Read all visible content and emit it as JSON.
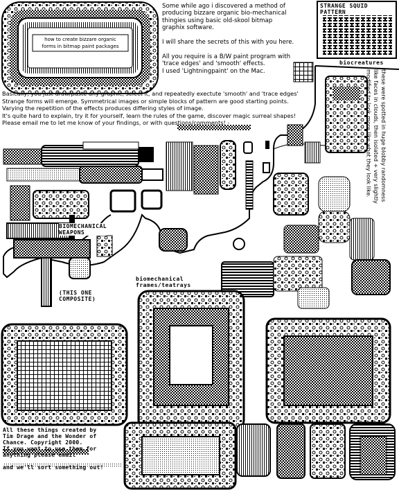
{
  "intro": {
    "lines": [
      "Some while ago i discovered a method of",
      "producing bizzare organic bio-mechanical",
      "thingies using basic old-skool bitmap",
      "graphix software.",
      "",
      "I will share the secrets of this with you here.",
      "",
      "All you require is a B/W paint program with",
      "'trace edges' and 'smooth' effects.",
      "I used 'Lightningpaint' on the Mac."
    ]
  },
  "title_panel": {
    "line1": "how to create bizzare organic",
    "line2": "forms in bitmap paint packages"
  },
  "body_text": {
    "lines": [
      "Basically, you just draw/paste any graphic, select it, and repeatedly exectute 'smooth' and 'trace edges'",
      "Strange forms will emerge. Symmetrical images or simple blocks of pattern are good starting points.",
      "Varying the repetition of the effects produces differing styles of image.",
      "It's quite hard to explain, try it for yourself, learn the rules of the game, discover magic surreal shapes!",
      "Please email me to let me know of your findings, or with questions/comments! -"
    ]
  },
  "labels": {
    "squid": "STRANGE SQUID\nPATTERN",
    "squid_l1": "STRANGE SQUID",
    "squid_l2": "PATTERN",
    "biocreatures": "biocreatures",
    "weapons_l1": "BIOMECHANICAL",
    "weapons_l2": "WEAPONS",
    "composite_l1": "(THIS ONE",
    "composite_l2": "COMPOSITE)",
    "frames_l1": "biomechanical",
    "frames_l2": "frames/teatrays"
  },
  "side_note": {
    "lines": [
      "these were spotted in huge blobby randomness",
      "like faces in clouds, then isolated + very slightly",
      "modified to look more like what they look like."
    ]
  },
  "credits": {
    "lines": [
      "All these things created by",
      "Tim Drage and the Wonder of",
      "Chance. Copyright 2000.",
      "If you want to use them for",
      "anything please email",
      "",
      "and we'll sort something out!"
    ]
  },
  "colors": {
    "ink": "#000000",
    "paper": "#ffffff"
  }
}
